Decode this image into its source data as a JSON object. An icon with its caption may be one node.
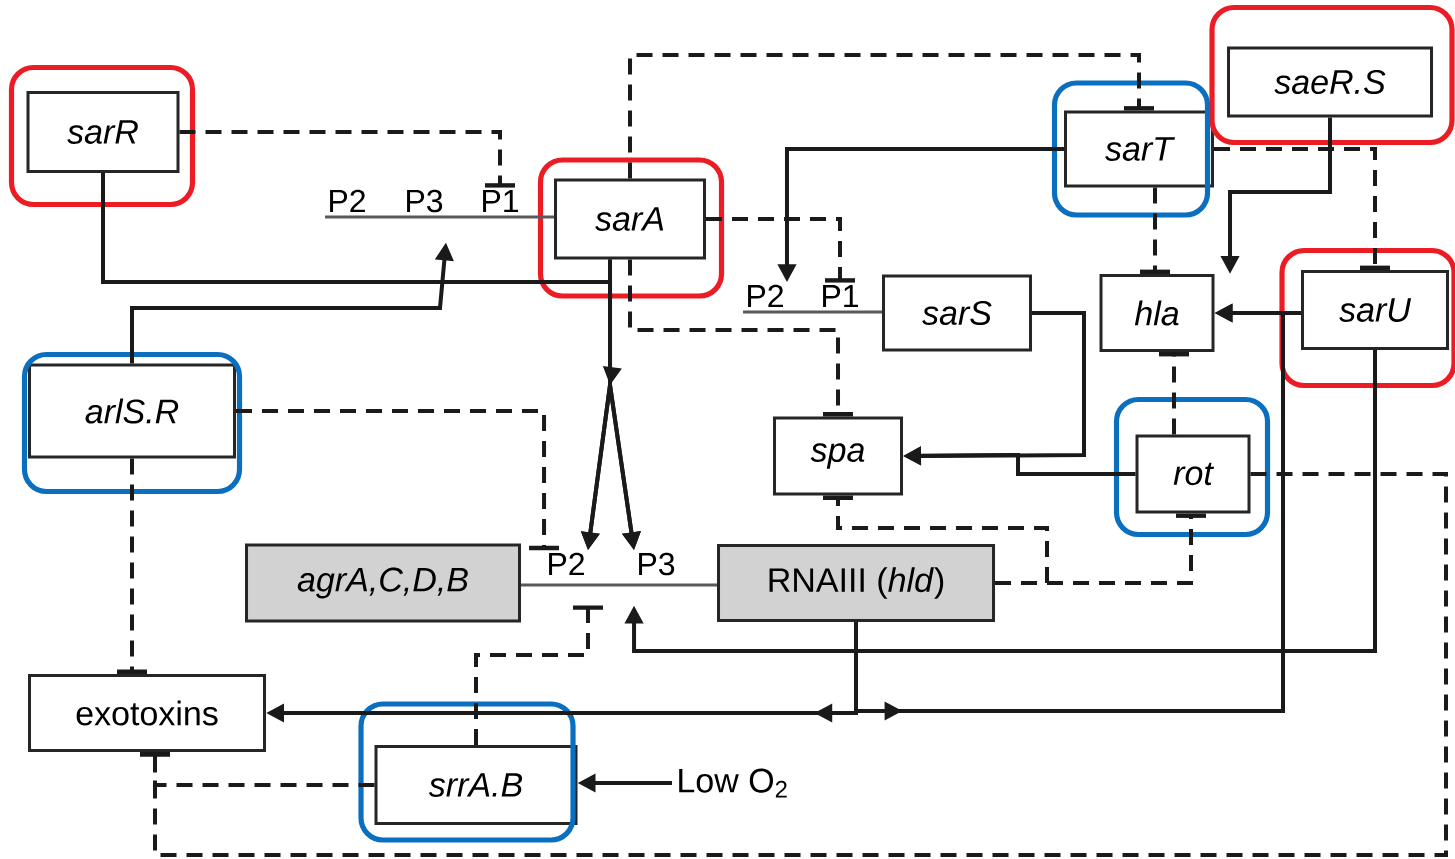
{
  "diagram": {
    "nodes": [
      {
        "text": [],
        "shape": "box"
      },
      {
        "text": [
          "saeR.S"
        ],
        "in": 0
      },
      {
        "text": [],
        "shape": "box"
      },
      {
        "text": [
          "sarR"
        ],
        "in": 2
      },
      {
        "text": [],
        "shape": "box"
      },
      {
        "text": [
          "sarT"
        ],
        "in": 4
      },
      {
        "text": [],
        "shape": "box"
      },
      {
        "text": [
          "sarA"
        ],
        "in": 6
      },
      {
        "text": [
          "P2"
        ]
      },
      {
        "text": [
          "P3"
        ]
      },
      {
        "text": [
          "P1"
        ]
      },
      {
        "text": [
          "P2"
        ]
      },
      {
        "text": [
          "P1"
        ]
      },
      {
        "text": [
          "sarS"
        ]
      },
      {
        "text": [
          "hla"
        ]
      },
      {
        "text": [],
        "shape": "box"
      },
      {
        "text": [
          "sarU"
        ],
        "in": 15
      },
      {
        "text": [],
        "shape": "box"
      },
      {
        "text": [
          "arlS.R"
        ],
        "in": 17
      },
      {
        "text": [
          "spa"
        ]
      },
      {
        "text": [],
        "shape": "box"
      },
      {
        "text": [
          "rot"
        ],
        "in": 20
      },
      {
        "text": [
          "agrA,C,D,B"
        ]
      },
      {
        "text": [
          "P2"
        ]
      },
      {
        "text": [
          "P3"
        ]
      },
      {
        "text": [
          "RNAIII (*hld*)"
        ]
      },
      {
        "text": [
          "exotoxins"
        ]
      },
      {
        "text": [],
        "shape": "box"
      },
      {
        "text": [
          "srrA.B"
        ],
        "in": 27
      },
      {
        "text": [
          "Low O$_{2}$"
        ]
      }
    ],
    "edges": [
      {
        "from": 3,
        "to": 10,
        "arrow": "other",
        "style": "dashed"
      },
      {
        "from": 3,
        "to": 23,
        "arrow": "to"
      },
      {
        "from": 3,
        "to": 24,
        "arrow": "to"
      },
      {
        "from": 7,
        "to": 23,
        "arrow": "to"
      },
      {
        "from": 7,
        "to": 24,
        "arrow": "to"
      },
      {
        "from": 18,
        "to": 9,
        "arrow": "to"
      },
      {
        "from": 18,
        "to": 23,
        "arrow": "other",
        "style": "dashed"
      },
      {
        "from": 18,
        "to": 26,
        "arrow": "other",
        "style": "dashed"
      },
      {
        "from": 7,
        "to": 12,
        "arrow": "other",
        "style": "dashed"
      },
      {
        "from": 7,
        "to": 5,
        "arrow": "other",
        "style": "dashed"
      },
      {
        "from": 7,
        "to": 19,
        "arrow": "other",
        "style": "dashed"
      },
      {
        "from": 5,
        "to": 11,
        "arrow": "to"
      },
      {
        "from": 5,
        "to": 14,
        "arrow": "other",
        "style": "dashed"
      },
      {
        "from": 5,
        "to": 16,
        "arrow": "other",
        "style": "dashed"
      },
      {
        "from": 1,
        "to": 14,
        "arrow": "to"
      },
      {
        "from": 16,
        "to": 14,
        "arrow": "to"
      },
      {
        "from": 13,
        "to": 19,
        "arrow": "to"
      },
      {
        "from": 21,
        "to": 19,
        "arrow": "to"
      },
      {
        "from": 21,
        "to": 14,
        "arrow": "other",
        "style": "dashed"
      },
      {
        "from": 21,
        "to": 26,
        "arrow": "other",
        "style": "dashed"
      },
      {
        "from": 25,
        "to": 21,
        "arrow": "other",
        "style": "dashed"
      },
      {
        "from": 25,
        "to": 19,
        "arrow": "other",
        "style": "dashed"
      },
      {
        "from": 25,
        "to": 26,
        "arrow": "to"
      },
      {
        "from": 25,
        "to": 14,
        "arrow": "to"
      },
      {
        "from": 16,
        "to": 24,
        "arrow": "to"
      },
      {
        "from": 28,
        "to": 23,
        "arrow": "other",
        "style": "dashed"
      },
      {
        "from": 29,
        "to": 28,
        "arrow": "to"
      },
      {
        "from": 28,
        "to": 26,
        "arrow": "other",
        "style": "dashed"
      },
      {
        "from": 8,
        "to": 7,
        "arrow": "none"
      },
      {
        "from": 11,
        "to": 13,
        "arrow": "none"
      },
      {
        "from": 22,
        "to": 25,
        "arrow": "none"
      }
    ]
  }
}
